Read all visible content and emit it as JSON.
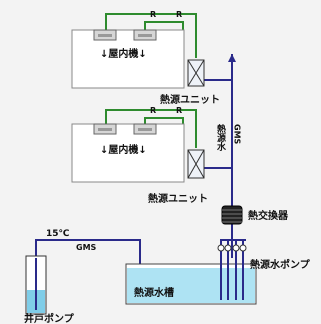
{
  "labels": {
    "r_top_1": "R",
    "r_top_2": "R",
    "r_mid_1": "R",
    "r_mid_2": "R",
    "indoor_unit_top": "↓屋内機↓",
    "indoor_unit_bottom": "↓屋内機↓",
    "heat_source_unit_top": "熱源ユニット",
    "heat_source_unit_bottom": "熱源ユニット",
    "gms_vertical": "GMS",
    "heat_source_water": "熱源水",
    "heat_exchanger": "熱交換器",
    "temperature": "15℃",
    "gms_horizontal": "GMS",
    "heat_source_pump": "熱源水ポンプ",
    "heat_source_tank": "熱源水槽",
    "well_pump": "井戸ポンプ"
  },
  "colors": {
    "refrigerant_pipe": "#2e8b2e",
    "water_pipe": "#2a2a8a",
    "tank_water": "#aee3f3",
    "well_water": "#7fcde8"
  }
}
